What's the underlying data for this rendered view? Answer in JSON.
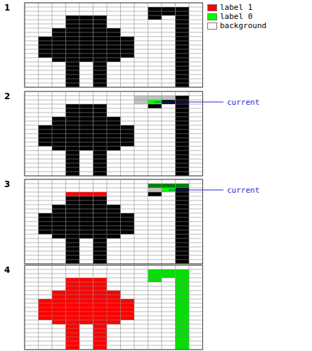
{
  "diagram": {
    "labels": [
      "1",
      "2",
      "current",
      "3",
      "current",
      "4"
    ],
    "legend": [
      {
        "text": "label 1",
        "color": "#ff0000"
      },
      {
        "text": "label 0",
        "color": "#00ff00"
      },
      {
        "text": "background",
        "color": "#ffffff"
      }
    ]
  }
}
